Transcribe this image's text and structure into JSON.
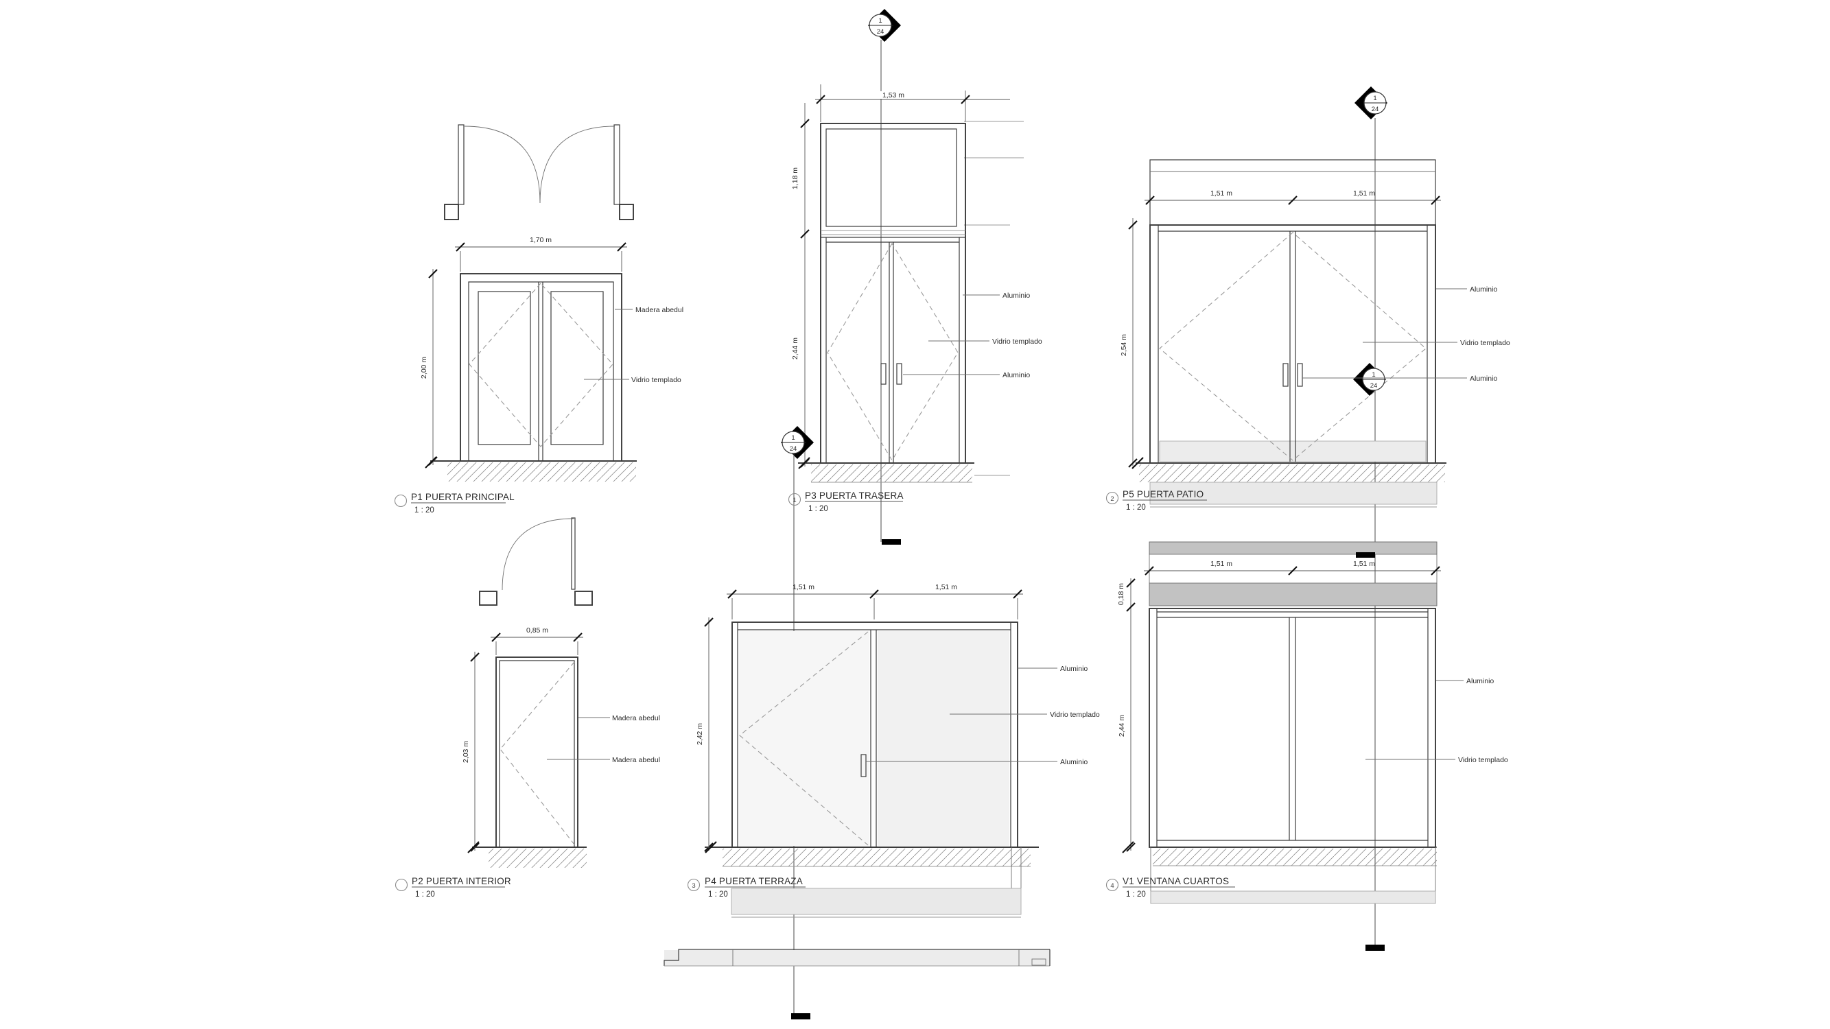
{
  "sheet": {
    "background": "#ffffff",
    "colors": {
      "line": "#3b3b3b",
      "dashed_reference": "#9a9a9a",
      "wall_band": "#c2c2c2",
      "slab": "#e9e9e9",
      "glass": "#f5f5f5",
      "cut_bar": "#000000"
    },
    "marker": {
      "detail": "1",
      "sheet": "24"
    },
    "panels": {
      "p1": {
        "num": "",
        "title": "P1 PUERTA PRINCIPAL",
        "scale": "1 : 20",
        "dim_width": "1,70 m",
        "dim_height": "2,00 m",
        "label_frame": "Madera abedul",
        "label_glass": "Vidrio templado"
      },
      "p2": {
        "num": "",
        "title": "P2 PUERTA INTERIOR",
        "scale": "1 : 20",
        "dim_width": "0,85 m",
        "dim_height": "2,03 m",
        "label_frame": "Madera abedul",
        "label_leaf": "Madera abedul"
      },
      "p3": {
        "num": "1",
        "title": "P3 PUERTA TRASERA",
        "scale": "1 : 20",
        "dim_width": "1,53 m",
        "dim_transom": "1,18 m",
        "dim_height": "2,44 m",
        "label_frame": "Aluminio",
        "label_glass": "Vidrio templado",
        "label_handle": "Aluminio"
      },
      "p4": {
        "num": "3",
        "title": "P4 PUERTA TERRAZA",
        "scale": "1 : 20",
        "dim_width_left": "1,51 m",
        "dim_width_right": "1,51 m",
        "dim_height": "2,42 m",
        "label_frame": "Aluminio",
        "label_glass": "Vidrio templado",
        "label_handle": "Aluminio"
      },
      "p5": {
        "num": "2",
        "title": "P5 PUERTA PATIO",
        "scale": "1 : 20",
        "dim_width_left": "1,51 m",
        "dim_width_right": "1,51 m",
        "dim_height": "2,54 m",
        "label_frame": "Aluminio",
        "label_glass": "Vidrio templado",
        "label_handle": "Aluminio"
      },
      "v1": {
        "num": "4",
        "title": "V1 VENTANA CUARTOS",
        "scale": "1 : 20",
        "dim_width_left": "1,51 m",
        "dim_width_right": "1,51 m",
        "dim_band": "0,18 m",
        "dim_height": "2,44 m",
        "label_frame": "Aluminio",
        "label_glass": "Vidrio templado"
      }
    }
  }
}
